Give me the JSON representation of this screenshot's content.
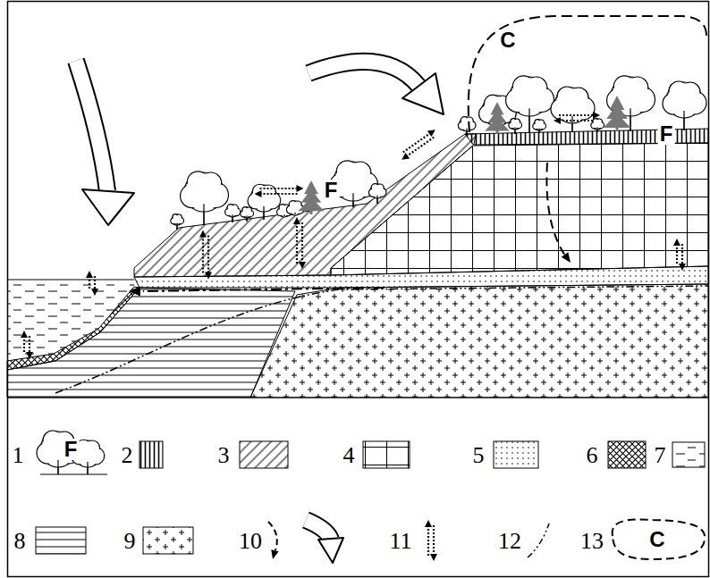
{
  "diagram": {
    "labels": [
      "C",
      "F",
      "F",
      "F",
      "C"
    ],
    "legend": [
      {
        "text": "1"
      },
      {
        "text": "2"
      },
      {
        "text": "3"
      },
      {
        "text": "4"
      },
      {
        "text": "5"
      },
      {
        "text": "6"
      },
      {
        "text": "7"
      },
      {
        "text": "8"
      },
      {
        "text": "9"
      },
      {
        "text": "10"
      },
      {
        "text": "11"
      },
      {
        "text": "12"
      },
      {
        "text": "13"
      }
    ]
  }
}
